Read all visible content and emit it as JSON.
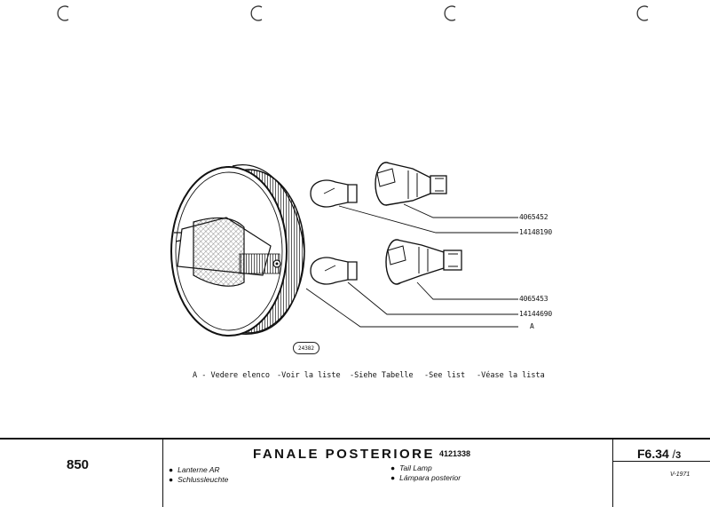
{
  "icons": {
    "punch_hole": "punch-hole-arc-icon",
    "lamp_assembly": "tail-lamp-assembly-drawing",
    "bulb": "bulb-icon",
    "bulb_holder": "bulb-holder-icon"
  },
  "parts": [
    {
      "code": "4065452"
    },
    {
      "code": "14148190"
    },
    {
      "code": "4065453"
    },
    {
      "code": "14144690"
    },
    {
      "code": "A"
    }
  ],
  "drawing_number": "24382",
  "legend": [
    "A - Vedere elenco",
    "-Voir la liste",
    "-Siehe Tabelle",
    "-See list",
    "-Véase la lista"
  ],
  "titleblock": {
    "model": "850",
    "title": "FANALE  POSTERIORE",
    "title_code": "4121338",
    "items_left": [
      "Lanterne AR",
      "Schlussleuchte"
    ],
    "items_right": [
      "Tail Lamp",
      "Lámpara posterior"
    ],
    "bullet": "●",
    "sheet": "F6.34",
    "sheet_sub": "3",
    "sheet_sep": "/",
    "date": "V-1971"
  }
}
